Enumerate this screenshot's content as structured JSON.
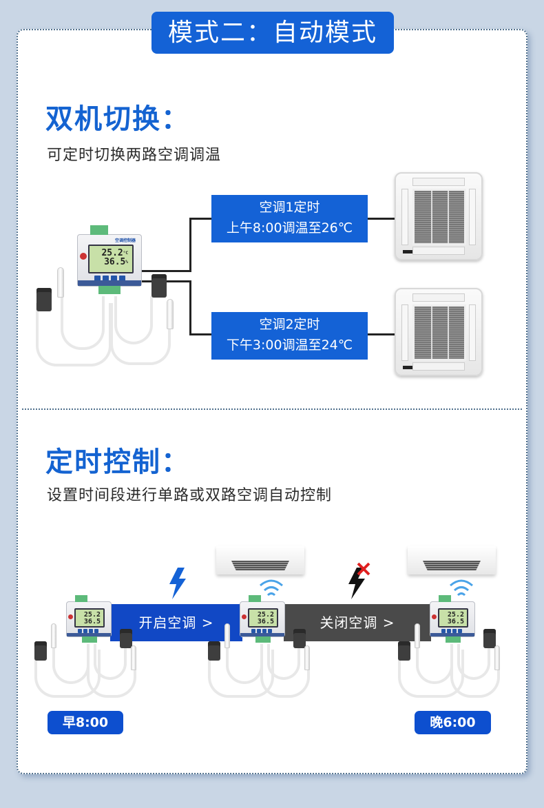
{
  "header": {
    "mode_label": "模式二：自动模式"
  },
  "section1": {
    "title": "双机切换：",
    "description": "可定时切换两路空调调温",
    "controller": {
      "temperature": "25.2",
      "temp_unit": "°C",
      "humidity": "36.5",
      "hum_unit": "%",
      "device_name": "空调控制器"
    },
    "timers": [
      {
        "line1": "空调1定时",
        "line2": "上午8:00调温至26℃"
      },
      {
        "line1": "空调2定时",
        "line2": "下午3:00调温至24℃"
      }
    ]
  },
  "section2": {
    "title": "定时控制：",
    "description": "设置时间段进行单路或双路空调自动控制",
    "band_on": "开启空调 >",
    "band_off": "关闭空调 >",
    "start_time": "早8:00",
    "end_time": "晚6:00",
    "controller": {
      "temperature": "25.2",
      "humidity": "36.5"
    }
  },
  "colors": {
    "primary": "#1462d6",
    "title": "#1463d1",
    "band_on": "#1148c5",
    "band_off": "#4a4a4a",
    "page_bg": "#c9d6e5"
  },
  "icons": [
    "lightning-icon",
    "lightning-off-icon",
    "wifi-signal-icon"
  ]
}
